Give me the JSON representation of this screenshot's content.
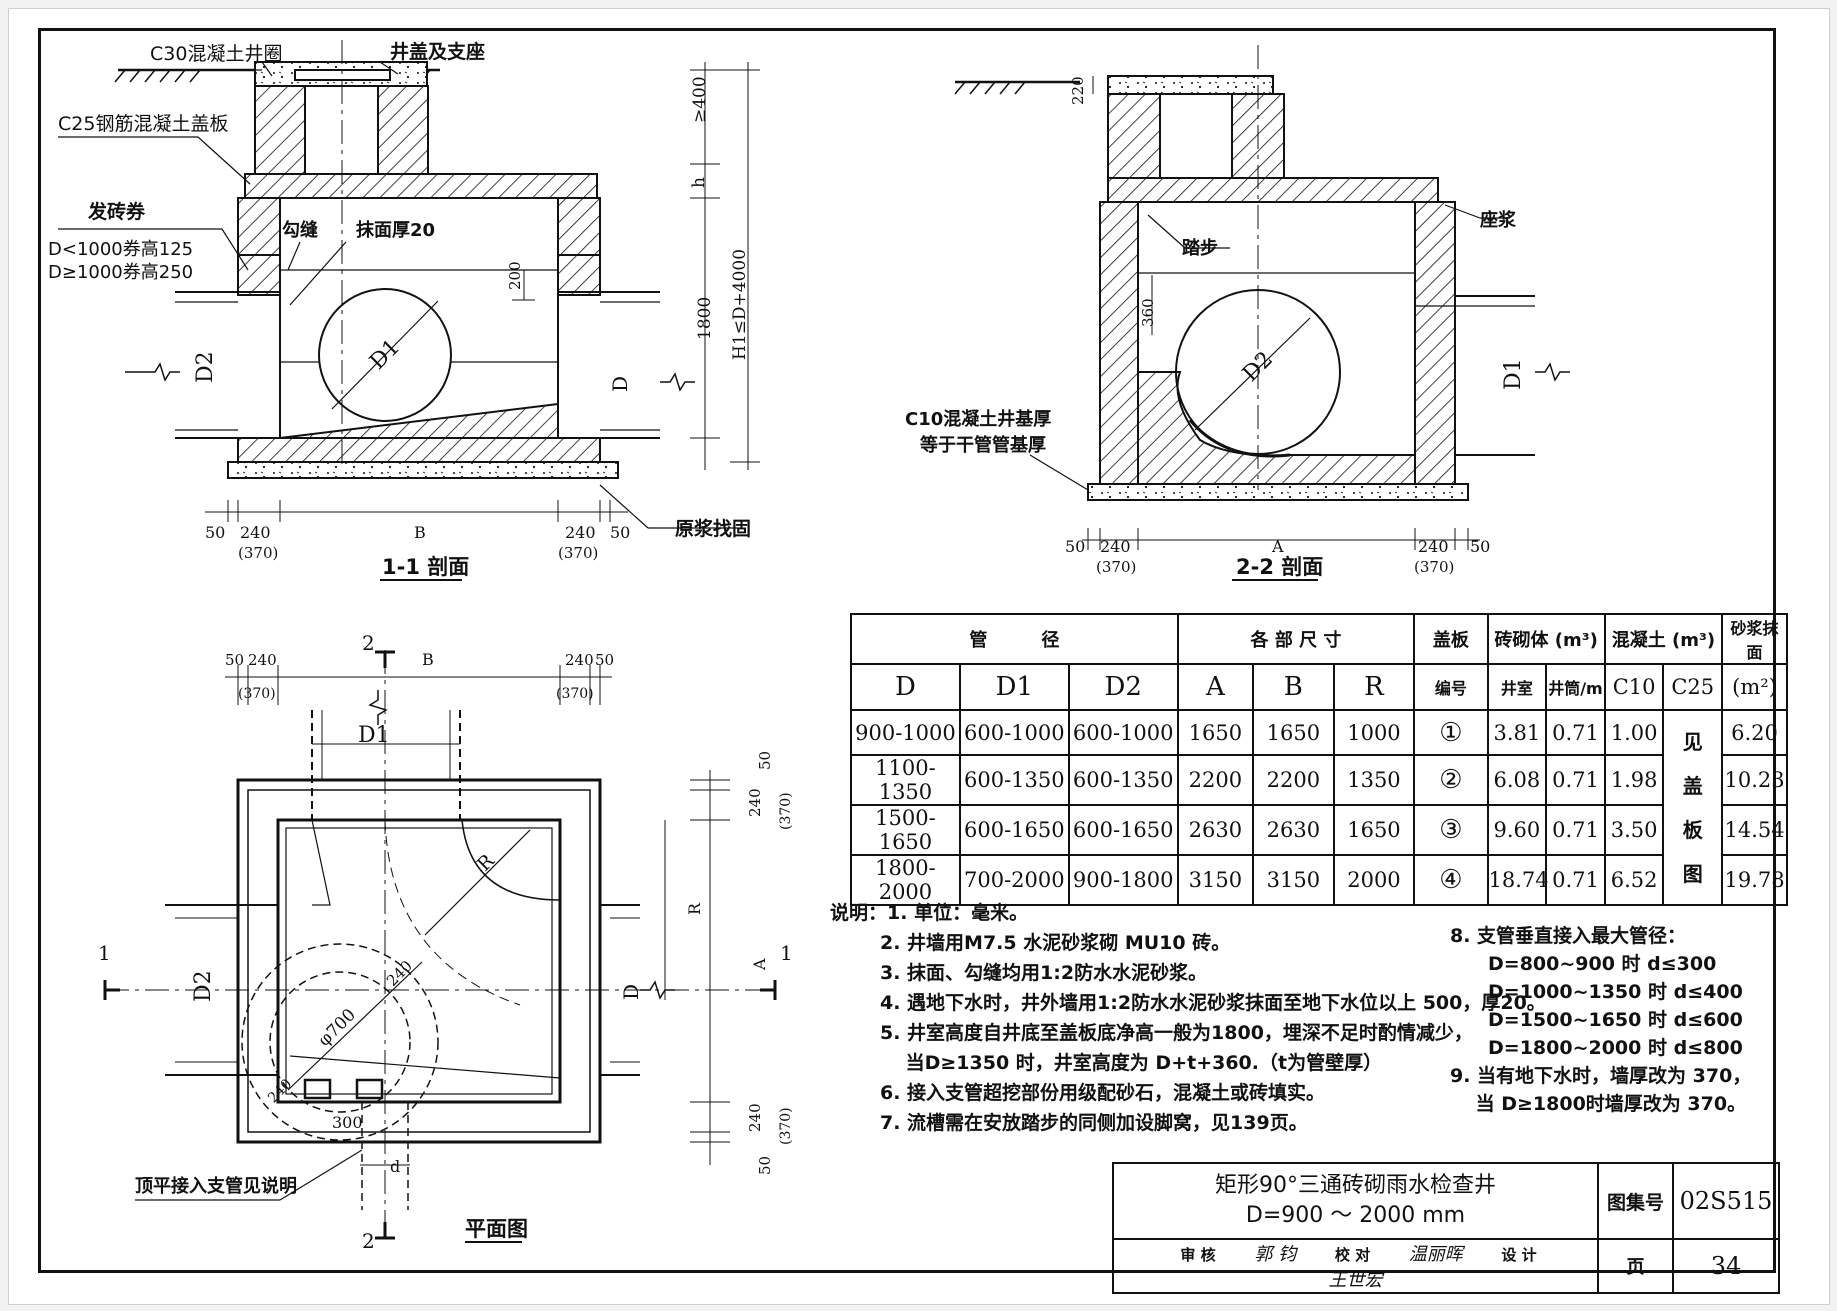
{
  "section_1_1": {
    "title": "1-1 剖面",
    "labels": {
      "ring": "C30混凝土井圈",
      "cover": "井盖及支座",
      "slab": "C25钢筋混凝土盖板",
      "arch": "发砖券",
      "arch_small": "D<1000券高125",
      "arch_large": "D≥1000券高250",
      "joint": "勾缝",
      "plaster": "抹面厚20",
      "d1": "D1",
      "d2": "D2",
      "d": "D",
      "compact": "原浆找固"
    },
    "dims": {
      "d200": "200",
      "d1800": "1800",
      "d400": "≥400",
      "h": "h",
      "h1": "H1≤D+4000",
      "b": "B",
      "w50a": "50",
      "w240a": "240",
      "w370a": "(370)",
      "w240b": "240",
      "w370b": "(370)",
      "w50b": "50"
    }
  },
  "section_2_2": {
    "title": "2-2 剖面",
    "labels": {
      "step": "踏步",
      "seat": "座浆",
      "base1": "C10混凝土井基厚",
      "base2": "等于干管管基厚",
      "d1": "D1",
      "d2": "D2"
    },
    "dims": {
      "d220": "220",
      "d360": "360",
      "a": "A",
      "w50a": "50",
      "w240a": "240",
      "w370a": "(370)",
      "w240b": "240",
      "w370b": "(370)",
      "w50b": "50"
    }
  },
  "plan": {
    "title": "平面图",
    "labels": {
      "cut2": "2",
      "cut1": "1",
      "d1": "D1",
      "d2": "D2",
      "d": "D",
      "r": "R",
      "phi": "φ700",
      "w240": "240",
      "w300": "300",
      "dsmall": "d",
      "note": "顶平接入支管见说明"
    },
    "dims": {
      "top_50": "50",
      "top_240": "240",
      "top_b": "B",
      "top_240b": "240",
      "top_50b": "50",
      "top_370a": "(370)",
      "top_370b": "(370)",
      "right_50": "50",
      "right_240": "240",
      "right_370": "(370)",
      "right_r": "R",
      "right_a": "A",
      "right_240b": "240",
      "right_370b": "(370)",
      "right_50b": "50"
    }
  },
  "table": {
    "group_pipe": "管　　　径",
    "group_dims": "各 部 尺 寸",
    "group_cover": "盖板",
    "group_brick": "砖砌体 (m³)",
    "group_concrete": "混凝土 (m³)",
    "group_mortar": "砂浆抹面",
    "cols": [
      "D",
      "D1",
      "D2",
      "A",
      "B",
      "R"
    ],
    "col_cover_no": "编号",
    "col_chamber": "井室",
    "col_shaft": "井筒/m",
    "col_c10": "C10",
    "col_c25": "C25",
    "col_m2": "(m²)",
    "c25_merged": [
      "见",
      "盖",
      "板",
      "图"
    ],
    "rows": [
      {
        "D": "900-1000",
        "D1": "600-1000",
        "D2": "600-1000",
        "A": "1650",
        "B": "1650",
        "R": "1000",
        "no": "①",
        "chamber": "3.81",
        "shaft": "0.71",
        "c10": "1.00",
        "mortar": "6.20"
      },
      {
        "D": "1100-1350",
        "D1": "600-1350",
        "D2": "600-1350",
        "A": "2200",
        "B": "2200",
        "R": "1350",
        "no": "②",
        "chamber": "6.08",
        "shaft": "0.71",
        "c10": "1.98",
        "mortar": "10.23"
      },
      {
        "D": "1500-1650",
        "D1": "600-1650",
        "D2": "600-1650",
        "A": "2630",
        "B": "2630",
        "R": "1650",
        "no": "③",
        "chamber": "9.60",
        "shaft": "0.71",
        "c10": "3.50",
        "mortar": "14.54"
      },
      {
        "D": "1800-2000",
        "D1": "700-2000",
        "D2": "900-1800",
        "A": "3150",
        "B": "3150",
        "R": "2000",
        "no": "④",
        "chamber": "18.74",
        "shaft": "0.71",
        "c10": "6.52",
        "mortar": "19.78"
      }
    ]
  },
  "notes": {
    "head": "说明：",
    "left": [
      "1. 单位：毫米。",
      "2. 井墙用M7.5 水泥砂浆砌 MU10 砖。",
      "3. 抹面、勾缝均用1:2防水水泥砂浆。",
      "4. 遇地下水时，井外墙用1:2防水水泥砂浆抹面至地下水位以上 500，厚20。",
      "5. 井室高度自井底至盖板底净高一般为1800，埋深不足时酌情减少，",
      "　 当D≥1350 时，井室高度为 D+t+360.（t为管壁厚）",
      "6. 接入支管超挖部份用级配砂石，混凝土或砖填实。",
      "7. 流槽需在安放踏步的同侧加设脚窝，见139页。"
    ],
    "right": [
      "8. 支管垂直接入最大管径：",
      "　　D=800~900 时  d≤300",
      "　　D=1000~1350 时 d≤400",
      "　　D=1500~1650 时 d≤600",
      "　　D=1800~2000 时 d≤800",
      "9. 当有地下水时，墙厚改为 370，",
      "　 当 D≥1800时墙厚改为 370。"
    ]
  },
  "title_block": {
    "title": "矩形90°三通砖砌雨水检查井",
    "subtitle": "D=900 ～ 2000 mm",
    "atlas_label": "图集号",
    "atlas_no": "02S515",
    "page_label": "页",
    "page_no": "34",
    "review": "审 核",
    "reviewer": "郭 钧",
    "check": "校 对",
    "checker": "温丽晖",
    "design": "设 计",
    "designer": "王世宏"
  }
}
